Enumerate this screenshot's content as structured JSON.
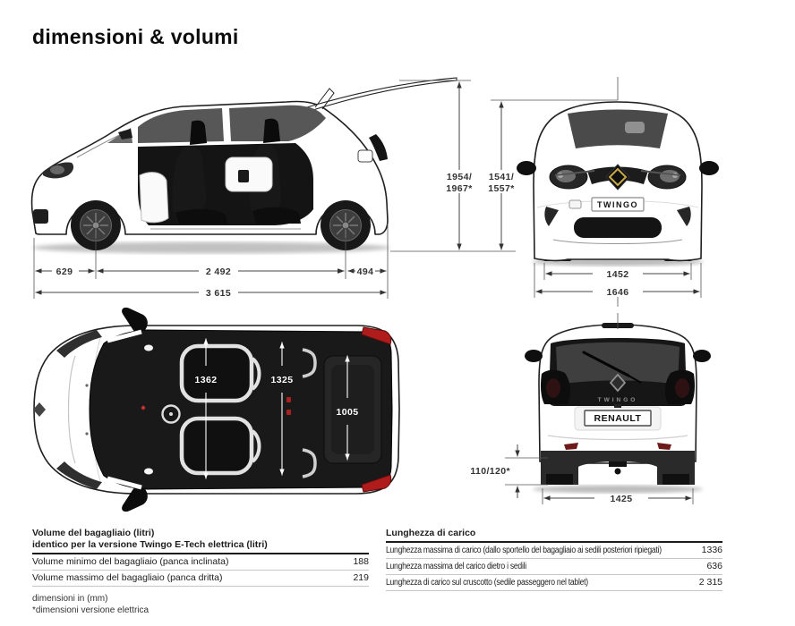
{
  "page": {
    "title": "dimensioni & volumi"
  },
  "side_view": {
    "front_overhang": "629",
    "wheelbase": "2 492",
    "rear_overhang": "494",
    "total_length": "3 615",
    "max_height_line1": "1954/",
    "max_height_line2": "1967*",
    "height_line1": "1541/",
    "height_line2": "1557*"
  },
  "front_view": {
    "badge": "TWINGO",
    "front_track": "1452",
    "overall_width": "1646"
  },
  "top_view": {
    "front_interior_width": "1362",
    "rear_interior_width": "1325",
    "boot_width": "1005"
  },
  "rear_view": {
    "model_badge": "TWINGO",
    "plate": "RENAULT",
    "ground_clearance": "110/120*",
    "rear_track": "1425"
  },
  "volume_table": {
    "title_line1": "Volume del bagagliaio (litri)",
    "title_line2": "identico per la versione Twingo E-Tech elettrica (litri)",
    "rows": [
      {
        "label": "Volume minimo del bagagliaio (panca inclinata)",
        "value": "188"
      },
      {
        "label": "Volume massimo del bagagliaio (panca dritta)",
        "value": "219"
      }
    ]
  },
  "cargo_table": {
    "title": "Lunghezza di carico",
    "rows": [
      {
        "label": "Lunghezza massima di carico (dallo sportello del bagagliaio ai sedili posteriori ripiegati)",
        "value": "1336"
      },
      {
        "label": "Lunghezza massima del carico dietro i sedili",
        "value": "636"
      },
      {
        "label": "Lunghezza di carico sul cruscotto (sedile passeggero nel tablet)",
        "value": "2 315"
      }
    ]
  },
  "footnotes": [
    "dimensioni in (mm)",
    "*dimensioni versione elettrica"
  ]
}
